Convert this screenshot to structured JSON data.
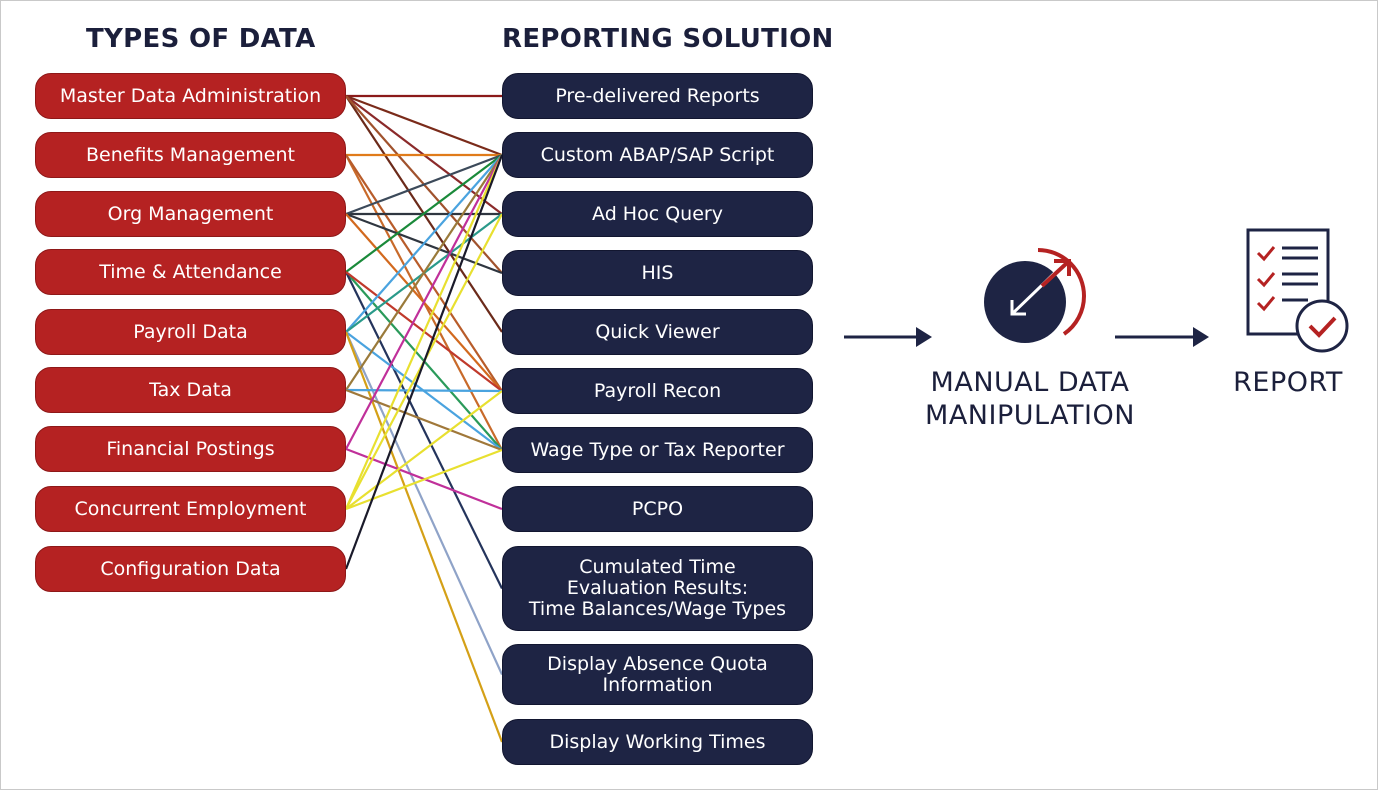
{
  "headings": {
    "types_of_data": "TYPES OF DATA",
    "reporting_solution": "REPORTING SOLUTION"
  },
  "types_of_data": [
    "Master Data Administration",
    "Benefits Management",
    "Org Management",
    "Time & Attendance",
    "Payroll Data",
    "Tax Data",
    "Financial Postings",
    "Concurrent Employment",
    "Configuration Data"
  ],
  "reporting_solutions": [
    "Pre-delivered Reports",
    "Custom ABAP/SAP Script",
    "Ad Hoc Query",
    "HIS",
    "Quick Viewer",
    "Payroll Recon",
    "Wage Type or Tax Reporter",
    "PCPO",
    "Cumulated Time\nEvaluation Results:\nTime Balances/Wage Types",
    "Display Absence Quota\nInformation",
    "Display Working Times"
  ],
  "process": {
    "manual_line1": "MANUAL DATA",
    "manual_line2": "MANIPULATION",
    "report": "REPORT"
  },
  "colors": {
    "source_fill": "#b52222",
    "solution_fill": "#1e2444",
    "text_dark": "#1b1f3b",
    "accent_red": "#b52222"
  },
  "icons": {
    "manual": "expand-arrows-circle-icon",
    "report": "checklist-document-icon",
    "arrow": "right-arrow-icon"
  },
  "connections": [
    {
      "from": 0,
      "to": 0,
      "color": "#8b1a1a"
    },
    {
      "from": 0,
      "to": 1,
      "color": "#7a2b1a"
    },
    {
      "from": 0,
      "to": 2,
      "color": "#8b2a2a"
    },
    {
      "from": 0,
      "to": 4,
      "color": "#6b2a1a"
    },
    {
      "from": 0,
      "to": 3,
      "color": "#a0522d"
    },
    {
      "from": 1,
      "to": 1,
      "color": "#e07b1a"
    },
    {
      "from": 1,
      "to": 6,
      "color": "#c86a2a"
    },
    {
      "from": 1,
      "to": 5,
      "color": "#b85c2a"
    },
    {
      "from": 2,
      "to": 2,
      "color": "#2f3640"
    },
    {
      "from": 2,
      "to": 1,
      "color": "#3c4a5a"
    },
    {
      "from": 2,
      "to": 3,
      "color": "#2f3640"
    },
    {
      "from": 2,
      "to": 5,
      "color": "#d2691e"
    },
    {
      "from": 3,
      "to": 1,
      "color": "#1a8a3a"
    },
    {
      "from": 3,
      "to": 6,
      "color": "#2a9a5a"
    },
    {
      "from": 3,
      "to": 8,
      "color": "#24345c"
    },
    {
      "from": 3,
      "to": 5,
      "color": "#c0392b"
    },
    {
      "from": 4,
      "to": 1,
      "color": "#4aa3df"
    },
    {
      "from": 4,
      "to": 2,
      "color": "#2a9a8a"
    },
    {
      "from": 4,
      "to": 6,
      "color": "#4aa3df"
    },
    {
      "from": 4,
      "to": 9,
      "color": "#8fa3c8"
    },
    {
      "from": 4,
      "to": 10,
      "color": "#d4a017"
    },
    {
      "from": 5,
      "to": 1,
      "color": "#9a7a3a"
    },
    {
      "from": 5,
      "to": 5,
      "color": "#4aa3df"
    },
    {
      "from": 5,
      "to": 6,
      "color": "#a0783a"
    },
    {
      "from": 6,
      "to": 1,
      "color": "#c0309a"
    },
    {
      "from": 6,
      "to": 7,
      "color": "#c0309a"
    },
    {
      "from": 7,
      "to": 1,
      "color": "#e8e030"
    },
    {
      "from": 7,
      "to": 2,
      "color": "#e8e030"
    },
    {
      "from": 7,
      "to": 5,
      "color": "#e8e030"
    },
    {
      "from": 7,
      "to": 6,
      "color": "#e8e030"
    },
    {
      "from": 8,
      "to": 1,
      "color": "#1a1a2a"
    }
  ]
}
